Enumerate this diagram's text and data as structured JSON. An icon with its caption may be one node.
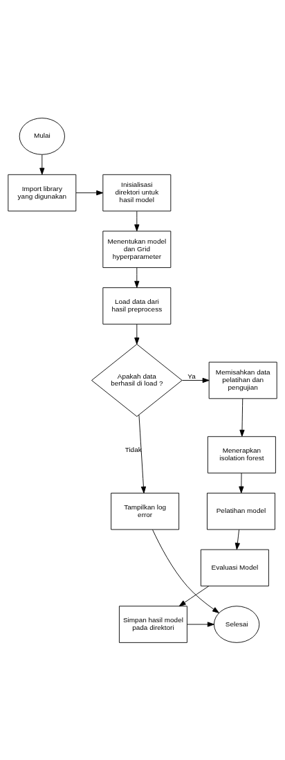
{
  "diagram": {
    "nodes": [
      {
        "text": [
          "Mulai"
        ]
      },
      {
        "text": [
          "Import library yang digunakan"
        ]
      },
      {
        "text": [
          "Inisialisasi direktori untuk hasil model"
        ]
      },
      {
        "text": [
          "Menentukan model dan Grid hyperparameter"
        ]
      },
      {
        "text": [
          "Load data dari hasil preprocess"
        ]
      },
      {
        "text": [
          "Apakah data berhasil di load ?"
        ]
      },
      {
        "text": [
          "Memisahkan data pelatihan dan pengujian"
        ]
      },
      {
        "text": [
          "Menerapkan isolation forest"
        ]
      },
      {
        "text": [
          "Tampilkan log error"
        ]
      },
      {
        "text": [
          "Pelatihan model"
        ]
      },
      {
        "text": [
          "Evaluasi Model"
        ]
      },
      {
        "text": [
          "Selesai"
        ]
      },
      {
        "text": [
          "Simpan hasil model pada direktori"
        ]
      }
    ],
    "edges": [
      {
        "from": 0,
        "to": 1,
        "arrow": "to"
      },
      {
        "from": 1,
        "to": 2,
        "arrow": "to"
      },
      {
        "from": 2,
        "to": 3,
        "arrow": "to"
      },
      {
        "from": 3,
        "to": 4,
        "arrow": "to"
      },
      {
        "from": 4,
        "to": 5,
        "arrow": "to"
      },
      {
        "from": 5,
        "to": 6,
        "label": "Ya",
        "arrow": "to"
      },
      {
        "from": 5,
        "to": 8,
        "label": "Tidak",
        "arrow": "to"
      },
      {
        "from": 6,
        "to": 7,
        "arrow": "to"
      },
      {
        "from": 7,
        "to": 9,
        "arrow": "to"
      },
      {
        "from": 9,
        "to": 10,
        "arrow": "to"
      },
      {
        "from": 10,
        "to": 12,
        "arrow": "to"
      },
      {
        "from": 12,
        "to": 11,
        "arrow": "to"
      },
      {
        "from": 8,
        "to": 11,
        "arrow": "to"
      }
    ]
  }
}
